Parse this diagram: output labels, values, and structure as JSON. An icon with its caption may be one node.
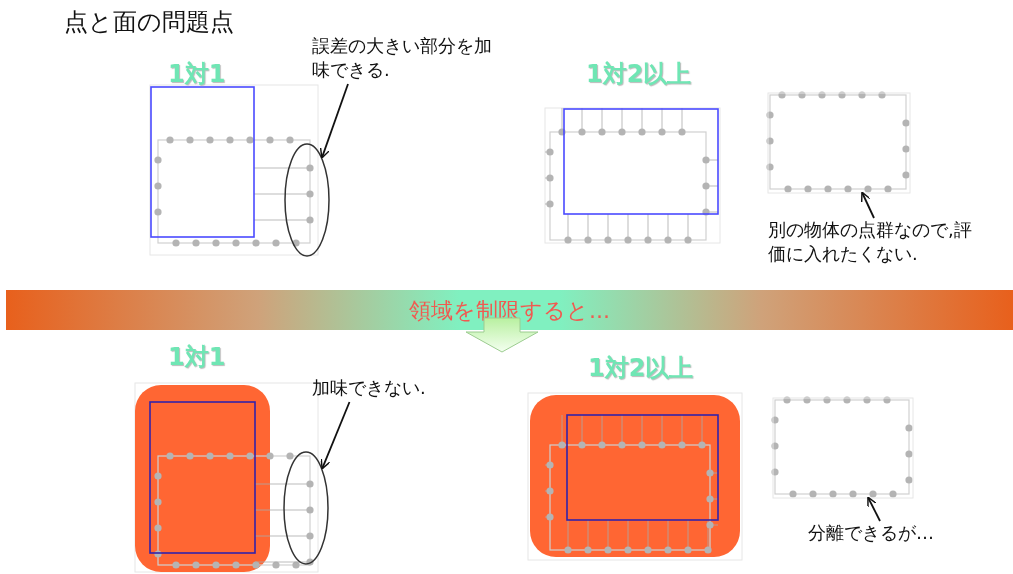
{
  "diagram": {
    "title": "点と面の問題点",
    "nodes": [
      {
        "text": [
          "誤差の大きい部分を加味できる."
        ]
      },
      {
        "text": [],
        "shape": "ellipse"
      },
      {
        "text": [],
        "shape": "box"
      },
      {
        "text": [
          "別の物体の点群なので,評価に入れたくない."
        ]
      },
      {
        "text": [
          "領域を制限すると..."
        ]
      },
      {
        "text": [
          "加味できない."
        ]
      },
      {
        "text": [],
        "shape": "ellipse"
      },
      {
        "text": [],
        "shape": "box"
      },
      {
        "text": [
          "分離できるが…"
        ]
      }
    ],
    "edges": [
      {
        "from": 0,
        "to": 1,
        "arrow": "to"
      },
      {
        "from": 3,
        "to": 2,
        "arrow": "to"
      },
      {
        "from": 5,
        "to": 6,
        "arrow": "to"
      },
      {
        "from": 8,
        "to": 7,
        "arrow": "to"
      }
    ],
    "labels": [
      "1対1",
      "1対2以上",
      "1対1",
      "1対2以上"
    ]
  }
}
